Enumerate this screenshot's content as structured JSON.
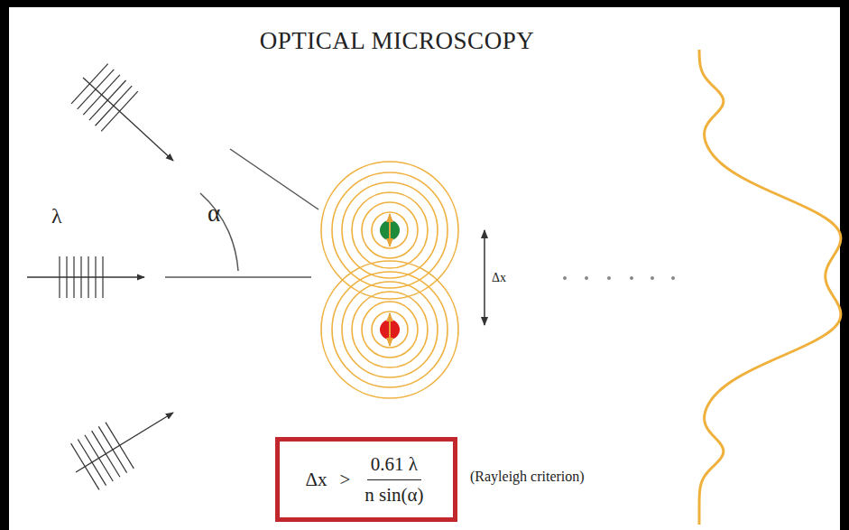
{
  "diagram": {
    "title": "OPTICAL MICROSCOPY",
    "nodes": [
      {
        "text": [
          "Δx",
          ">",
          "0.61 λ",
          "n sin(α)"
        ]
      }
    ],
    "labels": [
      "λ",
      "α",
      "Δx",
      "(Rayleigh criterion)"
    ]
  }
}
